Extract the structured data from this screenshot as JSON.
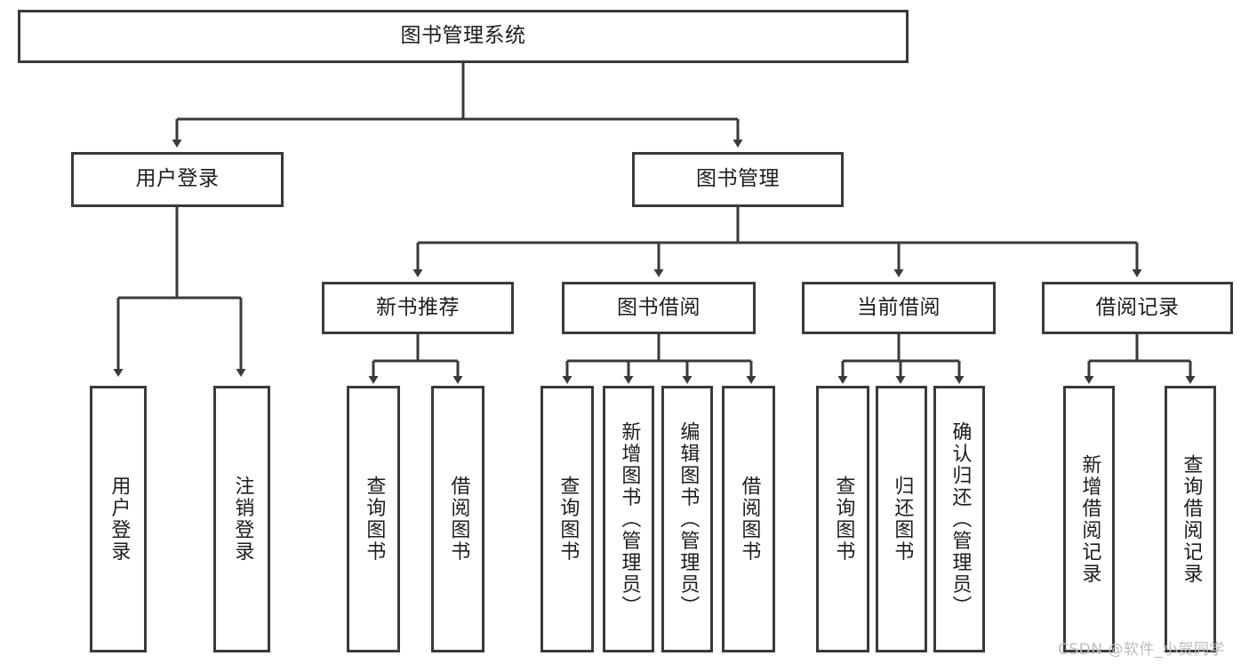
{
  "diagram": {
    "title": "图书管理系统",
    "type": "hierarchy-tree",
    "root": {
      "label": "图书管理系统"
    },
    "level2": [
      {
        "label": "用户登录"
      },
      {
        "label": "图书管理"
      }
    ],
    "level3": [
      {
        "label": "新书推荐"
      },
      {
        "label": "图书借阅"
      },
      {
        "label": "当前借阅"
      },
      {
        "label": "借阅记录"
      }
    ],
    "leaves": {
      "user_login": [
        {
          "label": "用户登录"
        },
        {
          "label": "注销登录"
        }
      ],
      "new_book_recommend": [
        {
          "label": "查询图书"
        },
        {
          "label": "借阅图书"
        }
      ],
      "book_borrow": [
        {
          "label": "查询图书"
        },
        {
          "label": "新增图书（管理员）"
        },
        {
          "label": "编辑图书（管理员）"
        },
        {
          "label": "借阅图书"
        }
      ],
      "current_borrow": [
        {
          "label": "查询图书"
        },
        {
          "label": "归还图书"
        },
        {
          "label": "确认归还（管理员）"
        }
      ],
      "borrow_record": [
        {
          "label": "新增借阅记录"
        },
        {
          "label": "查询借阅记录"
        }
      ]
    }
  },
  "watermark": {
    "text": "CSDN @软件_小贺同学"
  },
  "colors": {
    "border": "#3a3a3a",
    "text": "#1d1d1d",
    "background": "#ffffff",
    "watermark": "#bdbdbd"
  }
}
